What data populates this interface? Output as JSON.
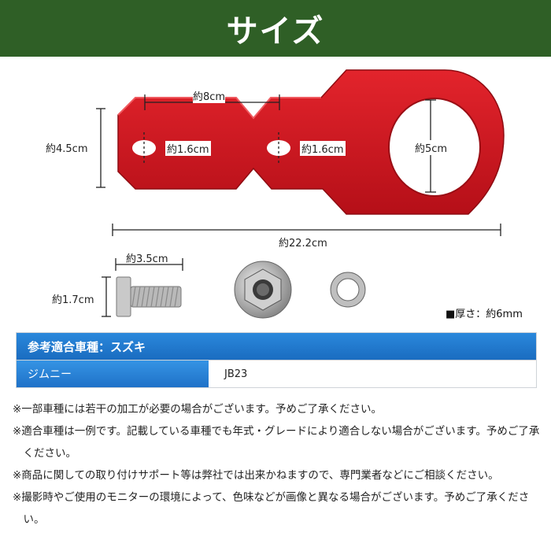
{
  "header": {
    "title": "サイズ"
  },
  "dimensions": {
    "width_total": "約22.2cm",
    "height_plate": "約4.5cm",
    "hole_spacing": "約8cm",
    "slot_1": "約1.6cm",
    "slot_2": "約1.6cm",
    "ring_inner": "約5cm",
    "bolt_length": "約3.5cm",
    "bolt_height": "約1.7cm"
  },
  "thickness": "■厚さ：約6mm",
  "table": {
    "header": "参考適合車種：スズキ",
    "rows": [
      {
        "model": "ジムニー",
        "code": "JB23"
      }
    ]
  },
  "notes": [
    "※一部車種には若干の加工が必要の場合がございます。予めご了承ください。",
    "※適合車種は一例です。記載している車種でも年式・グレードにより適合しない場合がございます。予めご了承ください。",
    "※商品に関しての取り付けサポート等は弊社では出来かねますので、専門業者などにご相談ください。",
    "※撮影時やご使用のモニターの環境によって、色味などが画像と異なる場合がございます。予めご了承ください。"
  ],
  "colors": {
    "banner": "#2f5f26",
    "table_header": "#1a6cc0",
    "hook_red": "#d4161e"
  }
}
